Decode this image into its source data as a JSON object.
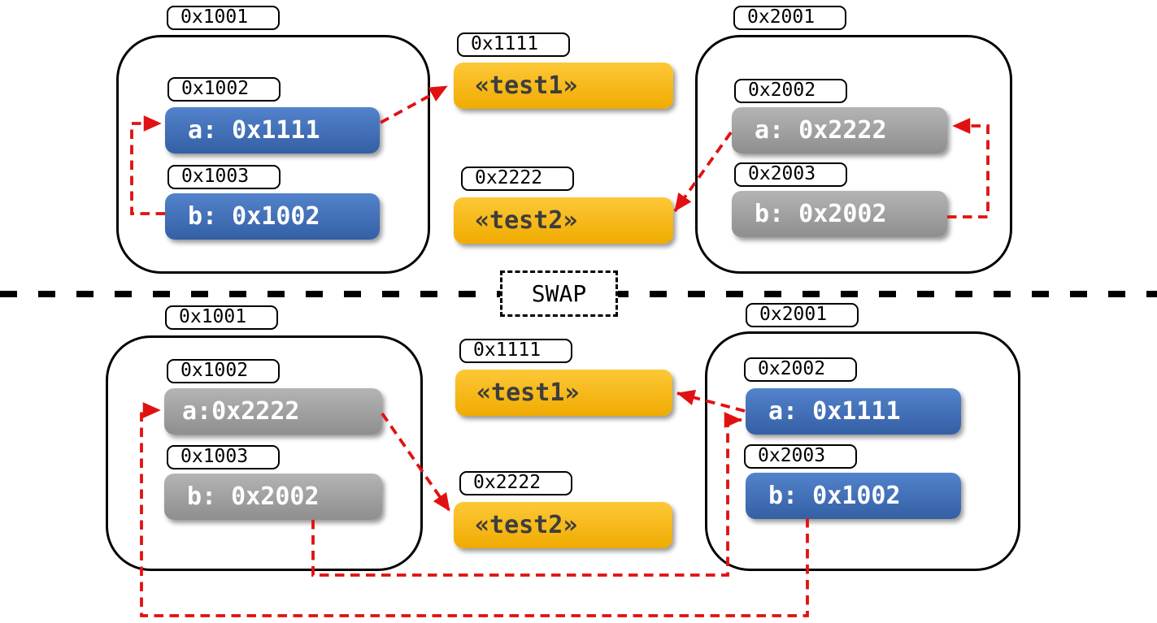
{
  "swap_label": "SWAP",
  "colors": {
    "blue_box": "#3e69b4",
    "gray_box": "#a1a1a1",
    "yellow_box": "#f8ba17",
    "arrow_red": "#e11111",
    "outline_black": "#000000"
  },
  "before": {
    "left_frame": {
      "address": "0x1001",
      "a_address": "0x1002",
      "a_value": "a: 0x1111",
      "b_address": "0x1003",
      "b_value": "b: 0x1002"
    },
    "right_frame": {
      "address": "0x2001",
      "a_address": "0x2002",
      "a_value": "a: 0x2222",
      "b_address": "0x2003",
      "b_value": "b: 0x2002"
    },
    "string1": {
      "address": "0x1111",
      "value": "«test1»"
    },
    "string2": {
      "address": "0x2222",
      "value": "«test2»"
    }
  },
  "after": {
    "left_frame": {
      "address": "0x1001",
      "a_address": "0x1002",
      "a_value": "a:0x2222",
      "b_address": "0x1003",
      "b_value": "b: 0x2002"
    },
    "right_frame": {
      "address": "0x2001",
      "a_address": "0x2002",
      "a_value": "a: 0x1111",
      "b_address": "0x2003",
      "b_value": "b: 0x1002"
    },
    "string1": {
      "address": "0x1111",
      "value": "«test1»"
    },
    "string2": {
      "address": "0x2222",
      "value": "«test2»"
    }
  }
}
